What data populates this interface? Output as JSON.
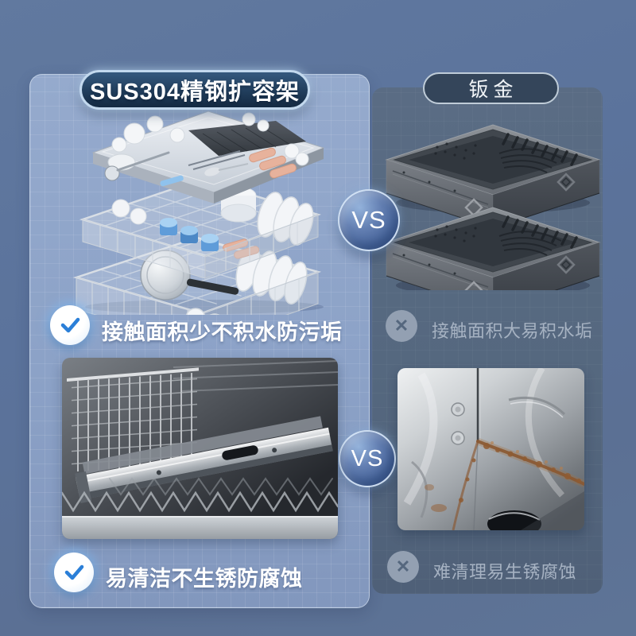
{
  "comparison": {
    "vs_label": "VS",
    "left": {
      "title": "SUS304精钢扩容架",
      "points": [
        "接触面积少不积水防污垢",
        "易清洁不生锈防腐蚀"
      ]
    },
    "right": {
      "title": "钣金",
      "points": [
        "接触面积大易积水垢",
        "难清理易生锈腐蚀"
      ]
    }
  },
  "icons": {
    "positive": "check-icon",
    "negative": "cross-icon",
    "versus": "vs-badge"
  },
  "colors": {
    "background": "#5c739c",
    "left_panel": "#8da3c8",
    "right_panel": "#55687f",
    "badge_navy": "#1f3c5c",
    "pill_slate": "#34455a",
    "accent_blue": "#2b7fd8",
    "vs_blue": "#45639a",
    "muted_text": "#a6b2c2",
    "positive_text": "#ffffff",
    "rust": "#8a5a31"
  }
}
